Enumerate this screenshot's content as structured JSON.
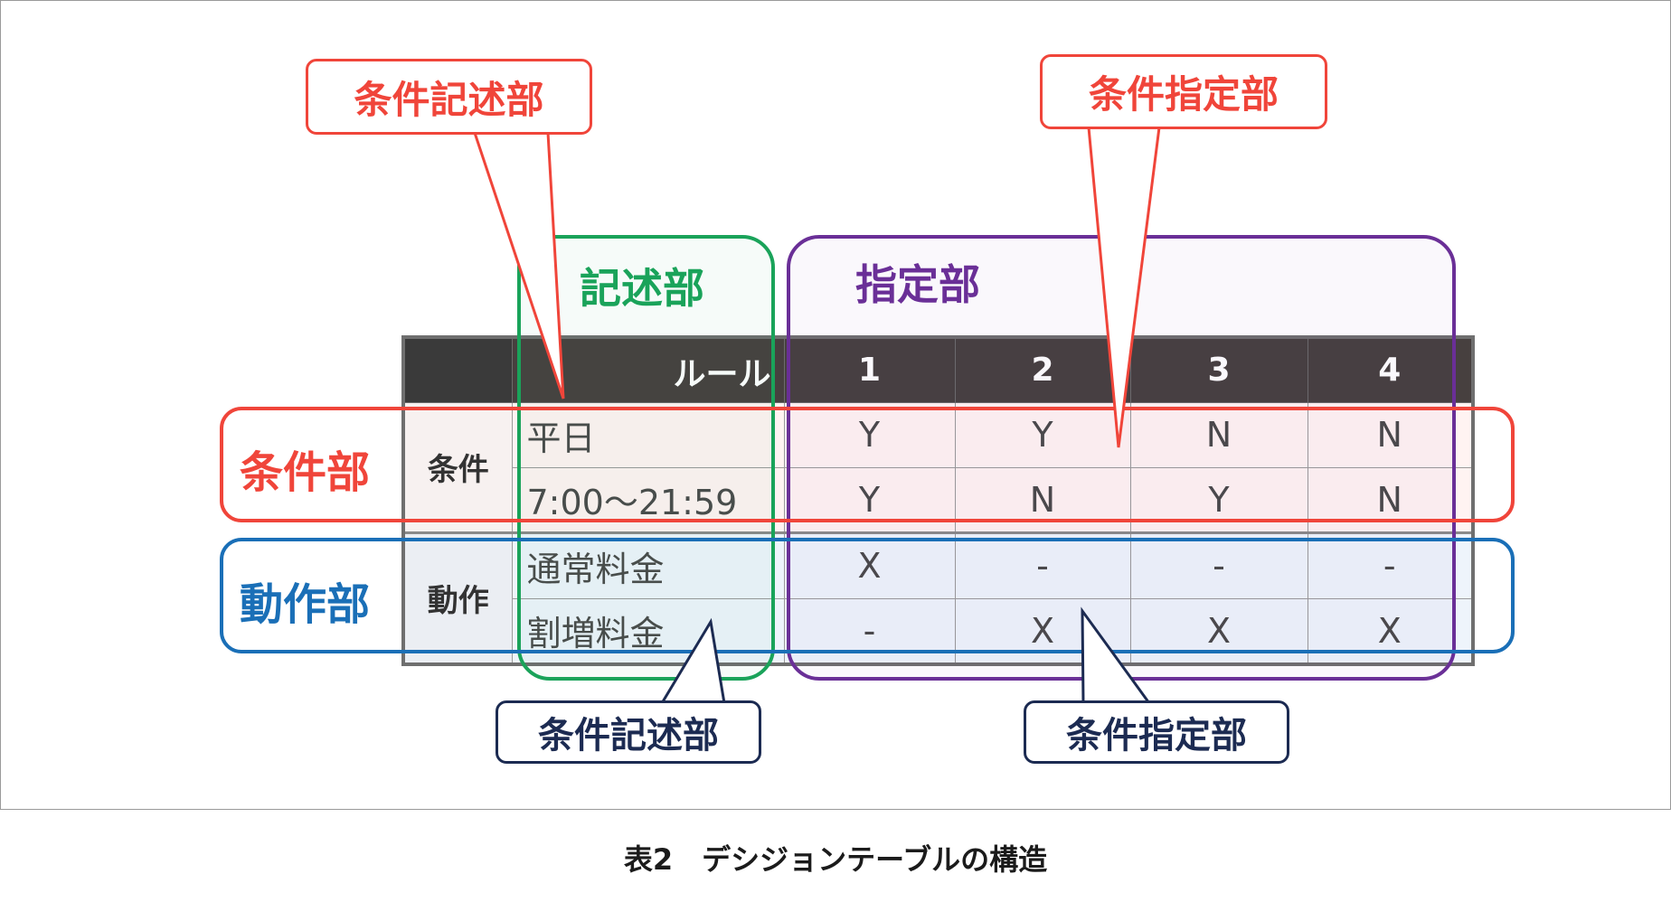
{
  "callouts": {
    "top_left": "条件記述部",
    "top_right": "条件指定部",
    "bottom_left": "条件記述部",
    "bottom_right": "条件指定部"
  },
  "regions": {
    "description": "記述部",
    "specification": "指定部",
    "condition": "条件部",
    "action": "動作部"
  },
  "table": {
    "header": {
      "rule_label": "ルール",
      "rules": [
        "1",
        "2",
        "3",
        "4"
      ]
    },
    "groups": {
      "condition": "条件",
      "action": "動作"
    },
    "rows": [
      {
        "label": "平日",
        "values": [
          "Y",
          "Y",
          "N",
          "N"
        ]
      },
      {
        "label": "7:00～21:59",
        "values": [
          "Y",
          "N",
          "Y",
          "N"
        ]
      },
      {
        "label": "通常料金",
        "values": [
          "X",
          "-",
          "-",
          "-"
        ]
      },
      {
        "label": "割増料金",
        "values": [
          "-",
          "X",
          "X",
          "X"
        ]
      }
    ]
  },
  "caption": "表2　デシジョンテーブルの構造",
  "colors": {
    "condition_red": "#f0453a",
    "action_blue": "#1a6fb7",
    "description_green": "#1aa35a",
    "specification_purple": "#6a2f97",
    "navy": "#1c2b52",
    "header_dark": "#47403f"
  }
}
